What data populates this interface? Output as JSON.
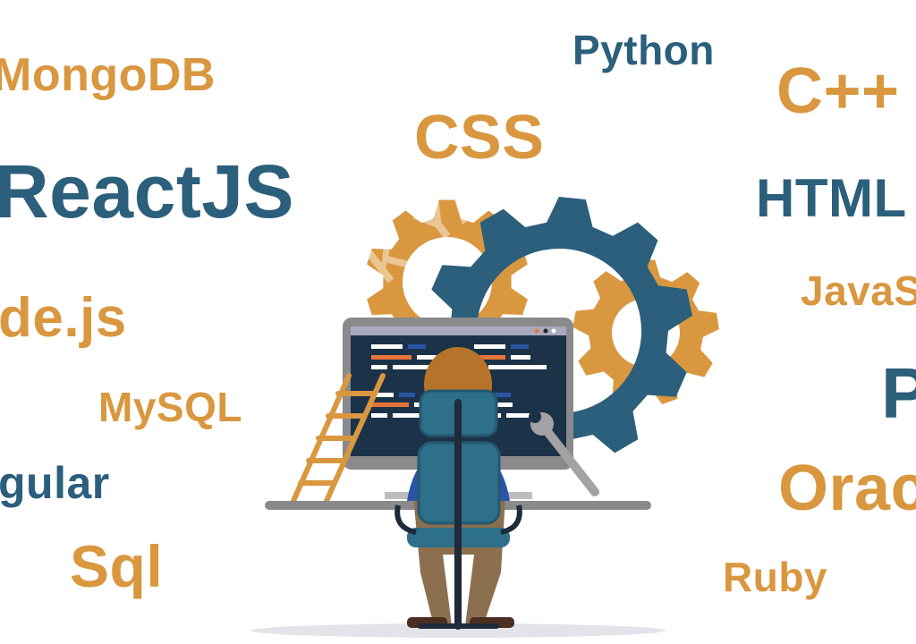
{
  "words": {
    "mongodb": "MongoDB",
    "python": "Python",
    "cpp": "C++",
    "css": "CSS",
    "reactjs": "ReactJS",
    "html": "HTML",
    "javascript": "JavaS",
    "nodejs": "de.js",
    "mysql": "MySQL",
    "php": "P",
    "angular": "gular",
    "oracle": "Orac",
    "sql": "Sql",
    "ruby": "Ruby"
  },
  "watermark": "TEK YAZİL",
  "colors": {
    "orange": "#D9973F",
    "blue": "#2B5F7C",
    "screen": "#1B3248",
    "monitor": "#8A8A8C"
  }
}
